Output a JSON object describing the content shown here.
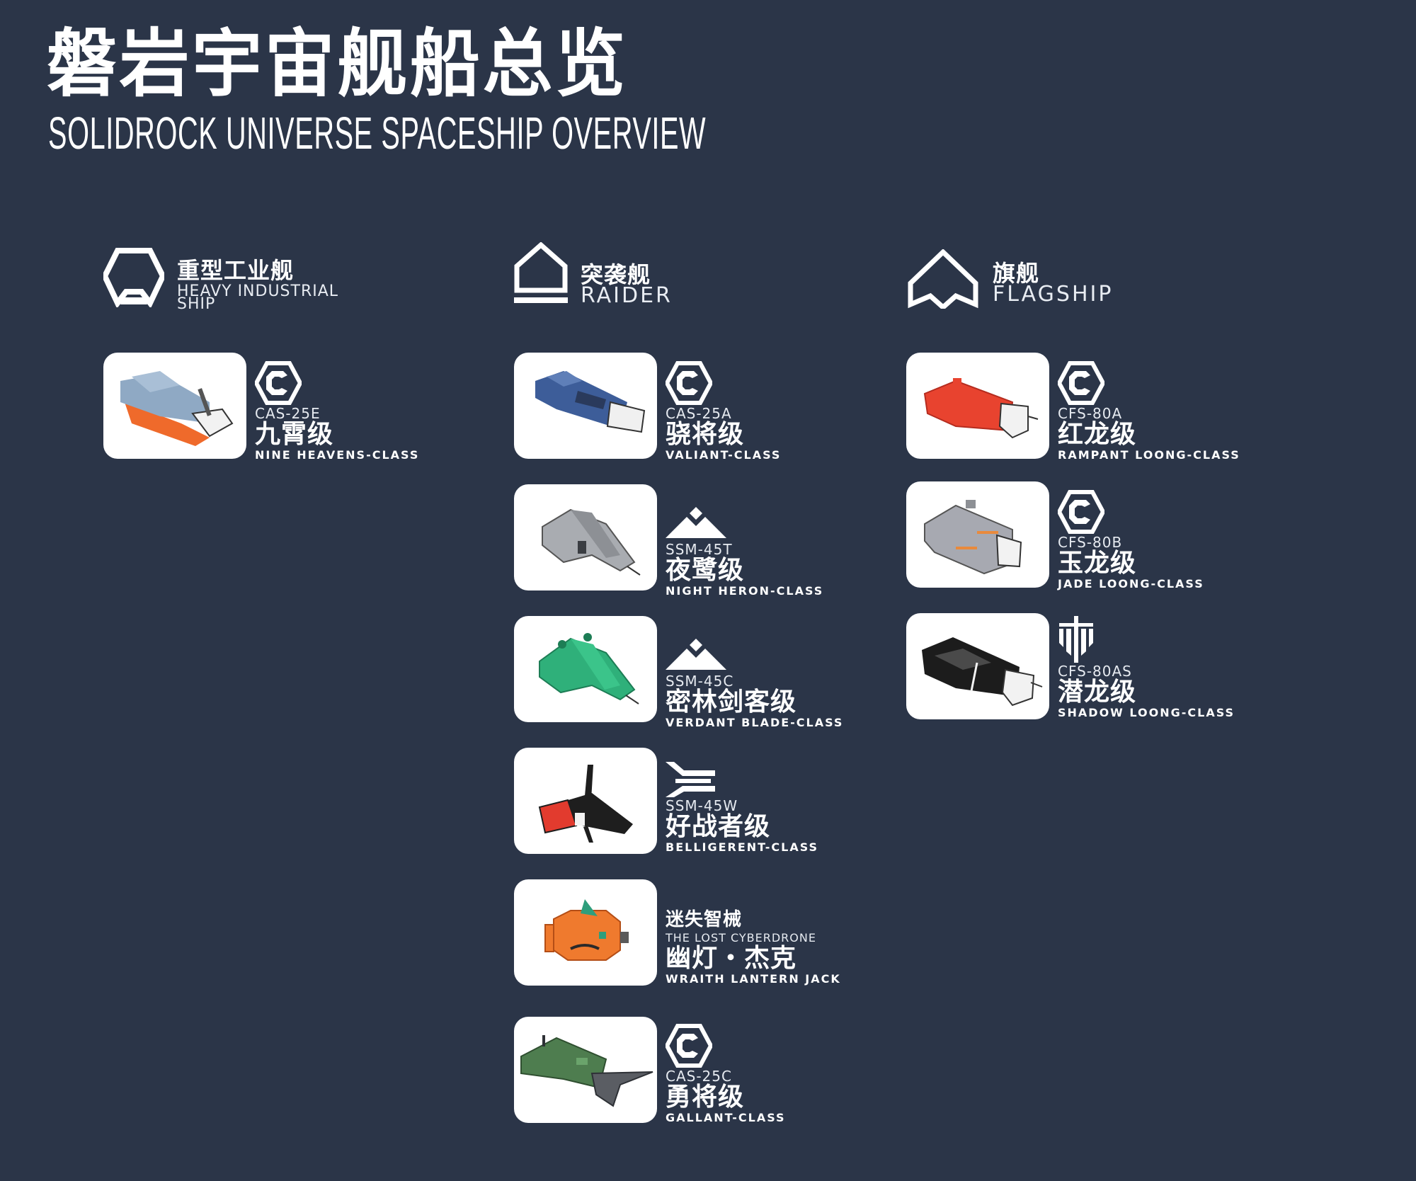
{
  "header": {
    "title_cn": "磐岩宇宙舰船总览",
    "title_en": "SOLIDROCK UNIVERSE SPACESHIP OVERVIEW"
  },
  "colors": {
    "background": "#2b3548",
    "text": "#ffffff",
    "card": "#ffffff"
  },
  "categories": [
    {
      "id": "heavy-industrial",
      "icon": "hexagon-arch-icon",
      "label_cn": "重型工业舰",
      "label_en_line1": "HEAVY INDUSTRIAL",
      "label_en_line2": "SHIP",
      "ships": [
        {
          "badge": "hex-c-icon",
          "code": "CAS-25E",
          "name_cn": "九霄级",
          "name_en": "NINE HEAVENS-CLASS",
          "palette": [
            "#8fa9c4",
            "#ef6a2b",
            "#f2f2f2"
          ]
        }
      ]
    },
    {
      "id": "raider",
      "icon": "house-bar-icon",
      "label_cn": "突袭舰",
      "label_en_line1": "RAIDER",
      "ships": [
        {
          "badge": "hex-c-icon",
          "code": "CAS-25A",
          "name_cn": "骁将级",
          "name_en": "VALIANT-CLASS",
          "palette": [
            "#3d5d99",
            "#2a3a5c",
            "#f0f0f0"
          ]
        },
        {
          "badge": "mountain-diamond-icon",
          "code": "SSM-45T",
          "name_cn": "夜鹭级",
          "name_en": "NIGHT HERON-CLASS",
          "palette": [
            "#a9acb1",
            "#6f7378",
            "#3a3d42"
          ]
        },
        {
          "badge": "mountain-diamond-icon",
          "code": "SSM-45C",
          "name_cn": "密林剑客级",
          "name_en": "VERDANT BLADE-CLASS",
          "palette": [
            "#2fb07a",
            "#1d7d55",
            "#3a3d42"
          ]
        },
        {
          "badge": "arrow-wing-icon",
          "code": "SSM-45W",
          "name_cn": "好战者级",
          "name_en": "BELLIGERENT-CLASS",
          "palette": [
            "#1e1e1e",
            "#e23b2e",
            "#f2f2f2"
          ]
        },
        {
          "badge": "",
          "overline_cn": "迷失智械",
          "overline_en": "THE LOST CYBERDRONE",
          "name_cn": "幽灯・杰克",
          "name_en": "WRAITH LANTERN JACK",
          "palette": [
            "#ef7a2e",
            "#2e9e7c",
            "#2a2a2a"
          ]
        },
        {
          "badge": "hex-c-icon",
          "code": "CAS-25C",
          "name_cn": "勇将级",
          "name_en": "GALLANT-CLASS",
          "palette": [
            "#4e7d4f",
            "#5a5d63",
            "#2e3136"
          ]
        }
      ]
    },
    {
      "id": "flagship",
      "icon": "chevron-delta-icon",
      "label_cn": "旗舰",
      "label_en_line1": "FLAGSHIP",
      "ships": [
        {
          "badge": "hex-c-icon",
          "code": "CFS-80A",
          "name_cn": "红龙级",
          "name_en": "RAMPANT LOONG-CLASS",
          "palette": [
            "#e8432f",
            "#b52c1f",
            "#f2f2f2"
          ]
        },
        {
          "badge": "hex-c-icon",
          "code": "CFS-80B",
          "name_cn": "玉龙级",
          "name_en": "JADE LOONG-CLASS",
          "palette": [
            "#a7a9b1",
            "#6d7078",
            "#e98a3c"
          ]
        },
        {
          "badge": "shield-pillars-icon",
          "code": "CFS-80AS",
          "name_cn": "潜龙级",
          "name_en": "SHADOW LOONG-CLASS",
          "palette": [
            "#1c1c1c",
            "#4a4a4a",
            "#f2f2f2"
          ]
        }
      ]
    }
  ]
}
